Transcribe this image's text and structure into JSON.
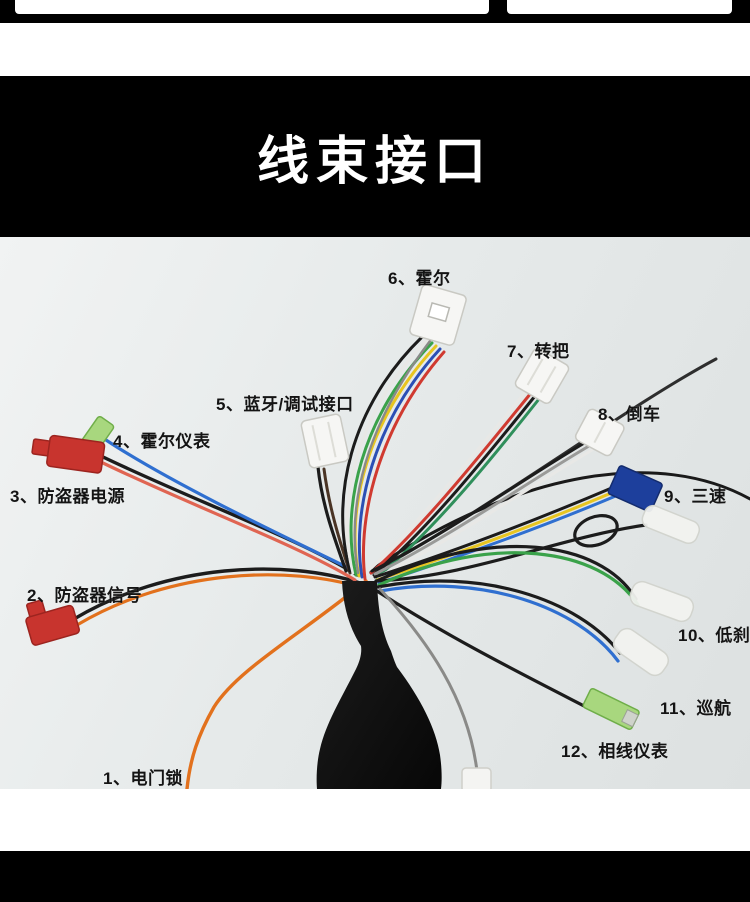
{
  "header": {
    "title": "线束接口"
  },
  "photo": {
    "labels": [
      {
        "num": "1",
        "label": "1、电门锁",
        "name": "power-lock",
        "connector": "bare-wire",
        "wire_colors": [
          "#e2711d"
        ]
      },
      {
        "num": "2",
        "label": "2、防盗器信号",
        "name": "alarm-signal",
        "connector": "red-plug",
        "wire_colors": [
          "#1c1c1c",
          "#e2711d"
        ]
      },
      {
        "num": "3",
        "label": "3、防盗器电源",
        "name": "alarm-power",
        "connector": "red-plug",
        "wire_colors": [
          "#1c1c1c",
          "#e06552"
        ]
      },
      {
        "num": "4",
        "label": "4、霍尔仪表",
        "name": "hall-meter",
        "connector": "green-crimp",
        "wire_colors": [
          "#2f6fd0"
        ]
      },
      {
        "num": "5",
        "label": "5、蓝牙/调试接口",
        "name": "bluetooth-debug-port",
        "connector": "white-plug",
        "wire_colors": [
          "#1c1c1c",
          "#4a3425"
        ]
      },
      {
        "num": "6",
        "label": "6、霍尔",
        "name": "hall-sensor",
        "connector": "white-plug",
        "wire_colors": [
          "#1c1c1c",
          "#e8e8e6",
          "#3aa24a",
          "#e7c520",
          "#2b4fb5",
          "#d03a30"
        ]
      },
      {
        "num": "7",
        "label": "7、转把",
        "name": "throttle",
        "connector": "white-plug",
        "wire_colors": [
          "#e8e8e6",
          "#d03a30",
          "#1c1c1c",
          "#2f8f5b"
        ]
      },
      {
        "num": "8",
        "label": "8、倒车",
        "name": "reverse",
        "connector": "white-plug",
        "wire_colors": [
          "#1c1c1c",
          "#9a9a98",
          "#e8e8e6"
        ]
      },
      {
        "num": "9",
        "label": "9、三速",
        "name": "three-speed",
        "connector": "blue-plug",
        "wire_colors": [
          "#1c1c1c",
          "#e7c520",
          "#2f6fd0"
        ]
      },
      {
        "num": "10",
        "label": "10、低刹",
        "name": "low-brake",
        "connector": "white-spade",
        "wire_colors": [
          "#1c1c1c",
          "#3aa24a"
        ]
      },
      {
        "num": "11",
        "label": "11、巡航",
        "name": "cruise",
        "connector": "white-spade",
        "wire_colors": [
          "#1c1c1c",
          "#2f6fd0"
        ]
      },
      {
        "num": "12",
        "label": "12、相线仪表",
        "name": "phase-line-meter",
        "connector": "green-crimp",
        "wire_colors": [
          "#1c1c1c"
        ]
      }
    ],
    "palette": {
      "photo_bg": "#e6e9e9",
      "cable_black": "#111111",
      "connector_red": "#c8342e",
      "connector_blue": "#1d3f9c",
      "connector_green": "#a8d77e",
      "connector_white": "#f5f5f3",
      "wire_orange": "#e2711d",
      "wire_blue": "#2f6fd0",
      "wire_green": "#3aa24a",
      "wire_yellow": "#e7c520",
      "wire_red": "#d03a30"
    }
  }
}
